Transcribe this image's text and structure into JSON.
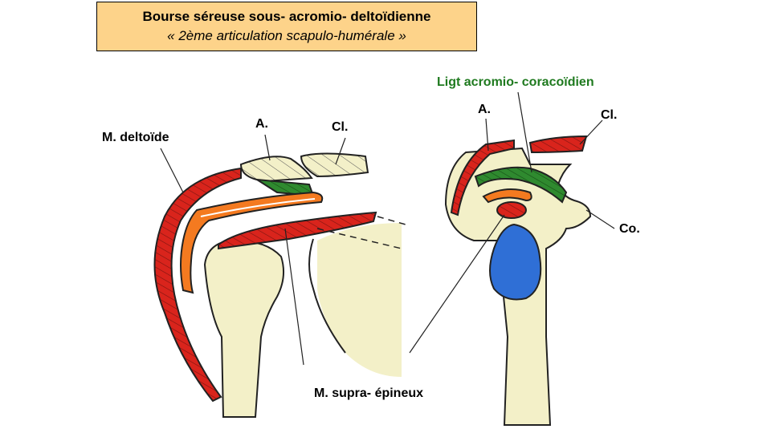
{
  "title": {
    "main": "Bourse séreuse sous- acromio- deltoïdienne",
    "subtitle": "«  2ème articulation scapulo-humérale »"
  },
  "labels": {
    "deltoid": "M. deltoïde",
    "acromion_left": "A.",
    "clavicle_left": "Cl.",
    "ligament": "Ligt acromio- coracoïdien",
    "acromion_right": "A.",
    "clavicle_right": "Cl.",
    "coracoid": "Co.",
    "supraspinatus": "M. supra- épineux"
  },
  "colors": {
    "title_bg": "#fdd38a",
    "bone": "#f3f0c8",
    "muscle": "#d9241c",
    "ligament": "#2f8a2f",
    "bursa": "#f47a20",
    "humeral_head": "#2f6fd6",
    "label_green": "#1f7a1f"
  }
}
